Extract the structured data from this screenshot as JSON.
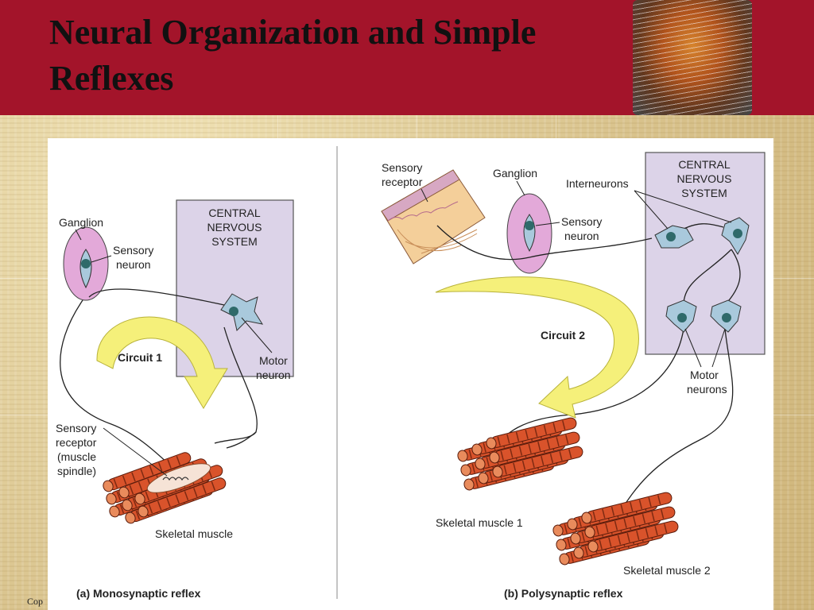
{
  "slide": {
    "title": "Neural Organization and Simple Reflexes",
    "copyright": "Cop"
  },
  "panel_a": {
    "cns_label_1": "CENTRAL",
    "cns_label_2": "NERVOUS",
    "cns_label_3": "SYSTEM",
    "ganglion": "Ganglion",
    "sensory_neuron_1": "Sensory",
    "sensory_neuron_2": "neuron",
    "circuit": "Circuit 1",
    "motor_neuron_1": "Motor",
    "motor_neuron_2": "neuron",
    "sensory_receptor_1": "Sensory",
    "sensory_receptor_2": "receptor",
    "sensory_receptor_3": "(muscle",
    "sensory_receptor_4": "spindle)",
    "skeletal_muscle": "Skeletal muscle",
    "caption": "(a) Monosynaptic reflex"
  },
  "panel_b": {
    "sensory_receptor_1": "Sensory",
    "sensory_receptor_2": "receptor",
    "ganglion": "Ganglion",
    "interneurons": "Interneurons",
    "cns_label_1": "CENTRAL",
    "cns_label_2": "NERVOUS",
    "cns_label_3": "SYSTEM",
    "sensory_neuron_1": "Sensory",
    "sensory_neuron_2": "neuron",
    "circuit": "Circuit 2",
    "motor_neurons_1": "Motor",
    "motor_neurons_2": "neurons",
    "skeletal_muscle_1": "Skeletal muscle 1",
    "skeletal_muscle_2": "Skeletal muscle 2",
    "caption": "(b) Polysynaptic reflex"
  },
  "colors": {
    "header": "#a3142a",
    "cns_box": "#dcd3e8",
    "ganglion": "#e3a9d9",
    "neuron": "#a9c9dc",
    "arrow": "#f5f07a",
    "muscle": "#d9532b"
  }
}
